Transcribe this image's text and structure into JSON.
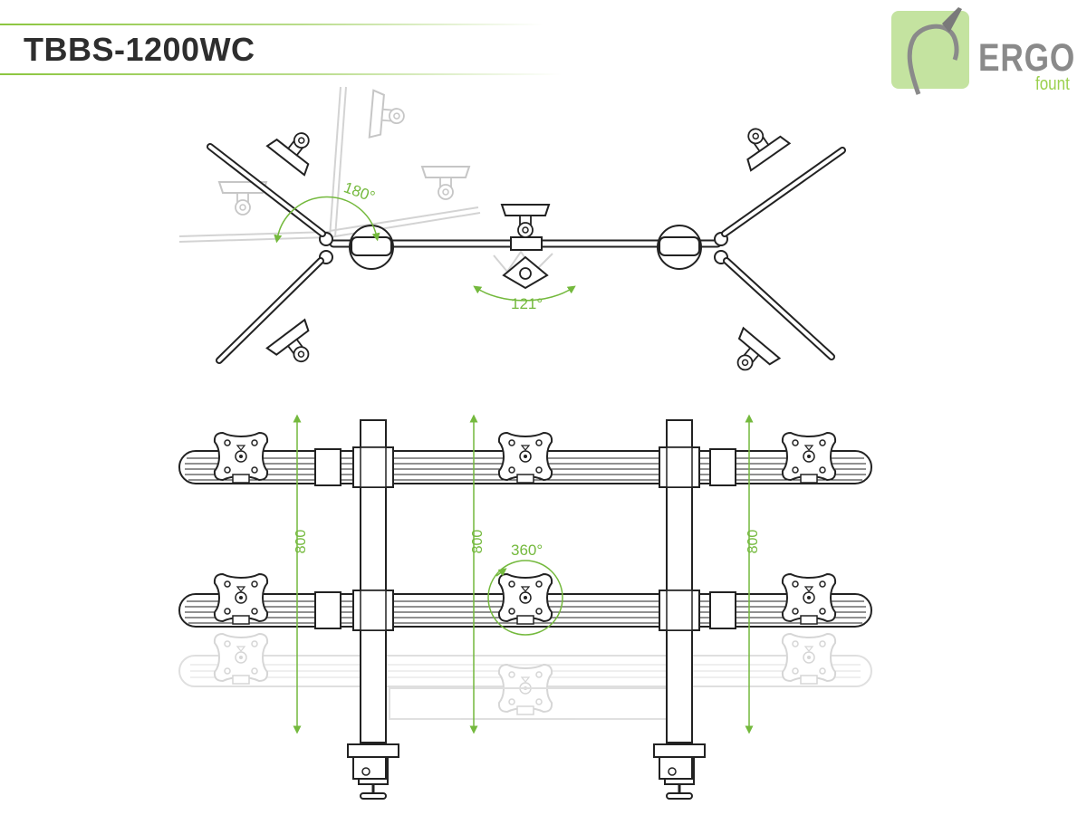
{
  "header": {
    "model": "TBBS-1200WC"
  },
  "logo": {
    "name": "ERGO",
    "sub": "fount"
  },
  "top_view": {
    "side_angle": "180°",
    "center_angle": "121°"
  },
  "front_view": {
    "dimensions": [
      "800",
      "800",
      "800"
    ],
    "rotation": "360°"
  },
  "colors": {
    "accent": "#8cc63f",
    "dimension": "#74b93d",
    "line": "#222222",
    "ghost": "#cfcfcf"
  },
  "icons": {
    "logo": "ergofount-logo-icon",
    "mount": "vesa-plate-icon"
  }
}
